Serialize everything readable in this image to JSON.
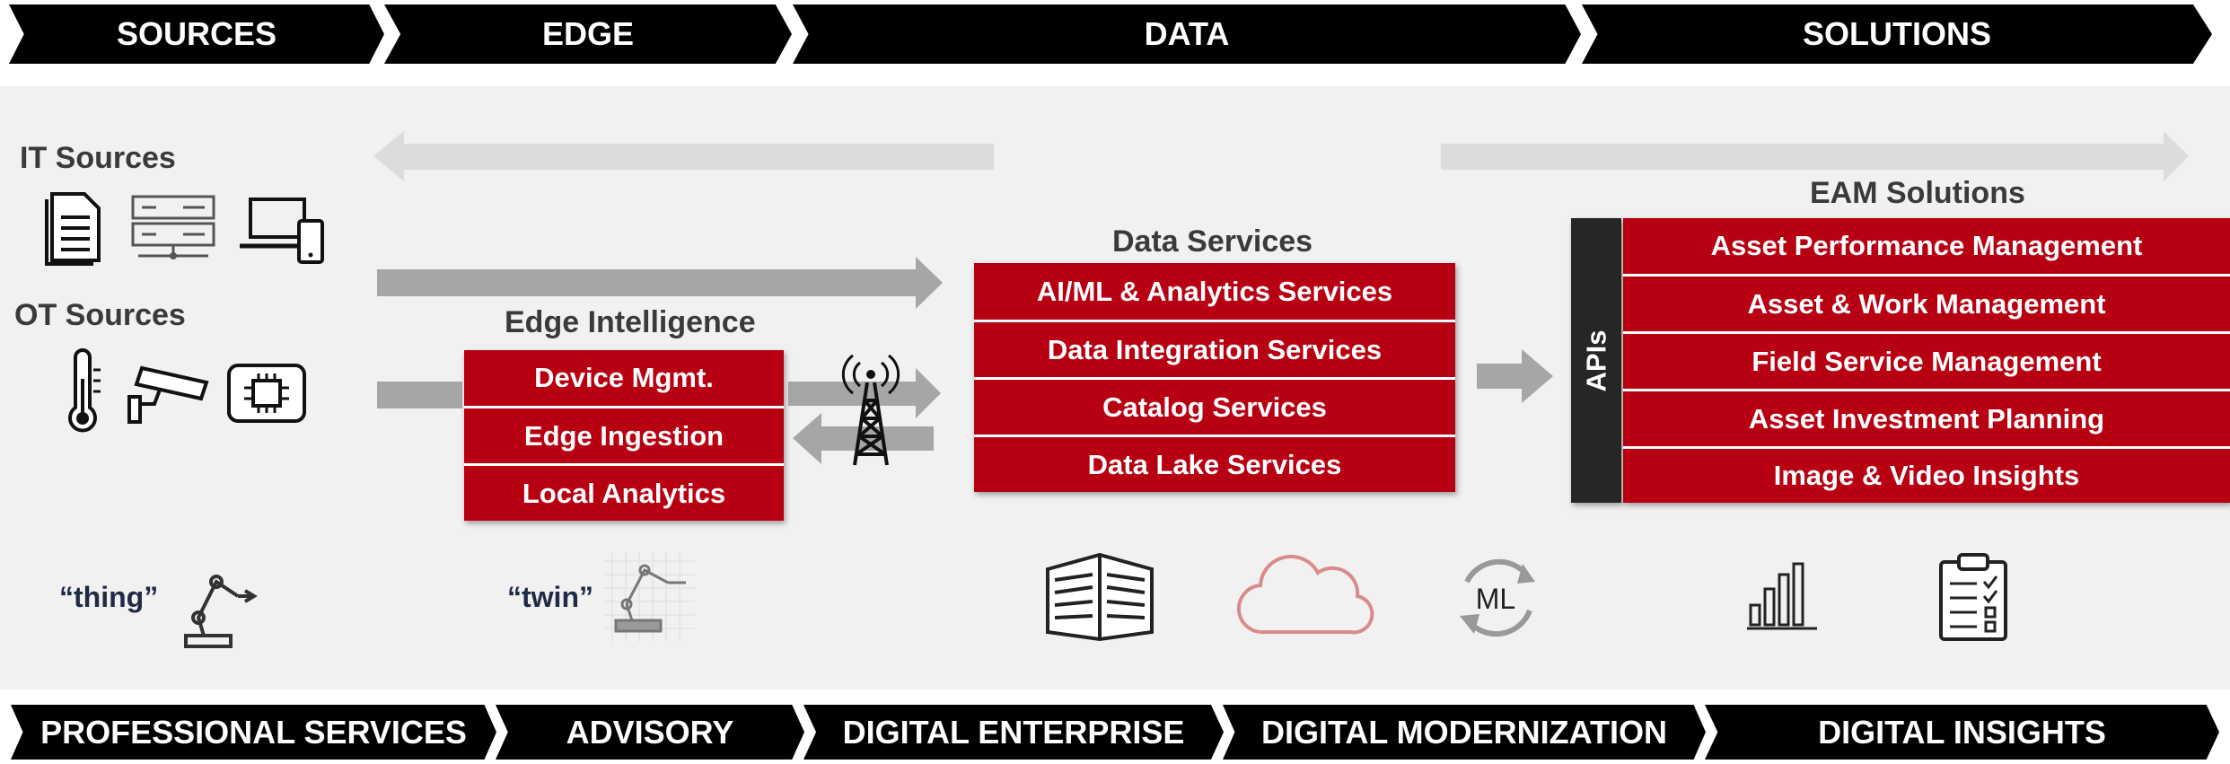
{
  "stages": {
    "sources": "SOURCES",
    "edge": "EDGE",
    "data": "DATA",
    "solutions": "SOLUTIONS"
  },
  "it_sources": {
    "heading": "IT Sources",
    "icons": [
      "document-icon",
      "server-rack-icon",
      "laptop-phone-icon"
    ]
  },
  "ot_sources": {
    "heading": "OT Sources",
    "icons": [
      "thermometer-icon",
      "security-camera-icon",
      "chip-board-icon"
    ]
  },
  "edge_intelligence": {
    "heading": "Edge Intelligence",
    "items": [
      "Device Mgmt.",
      "Edge Ingestion",
      "Local Analytics"
    ]
  },
  "data_services": {
    "heading": "Data Services",
    "items": [
      "AI/ML & Analytics Services",
      "Data Integration Services",
      "Catalog Services",
      "Data Lake Services"
    ]
  },
  "apis_label": "APIs",
  "eam": {
    "heading": "EAM Solutions",
    "items": [
      "Asset Performance Management",
      "Asset & Work Management",
      "Field Service Management",
      "Asset Investment Planning",
      "Image & Video Insights"
    ]
  },
  "thing_label": "“thing”",
  "twin_label": "“twin”",
  "ml_label": "ML",
  "bottom_bar": {
    "professional_services": "PROFESSIONAL SERVICES",
    "advisory": "ADVISORY",
    "digital_enterprise": "DIGITAL ENTERPRISE",
    "digital_modernization": "DIGITAL MODERNIZATION",
    "digital_insights": "DIGITAL INSIGHTS"
  },
  "colors": {
    "accent_red": "#b70012",
    "bar_black": "#000000",
    "arrow_gray": "#a6a6a6",
    "panel_gray": "#f1f1f1",
    "apis_dark": "#262626"
  }
}
